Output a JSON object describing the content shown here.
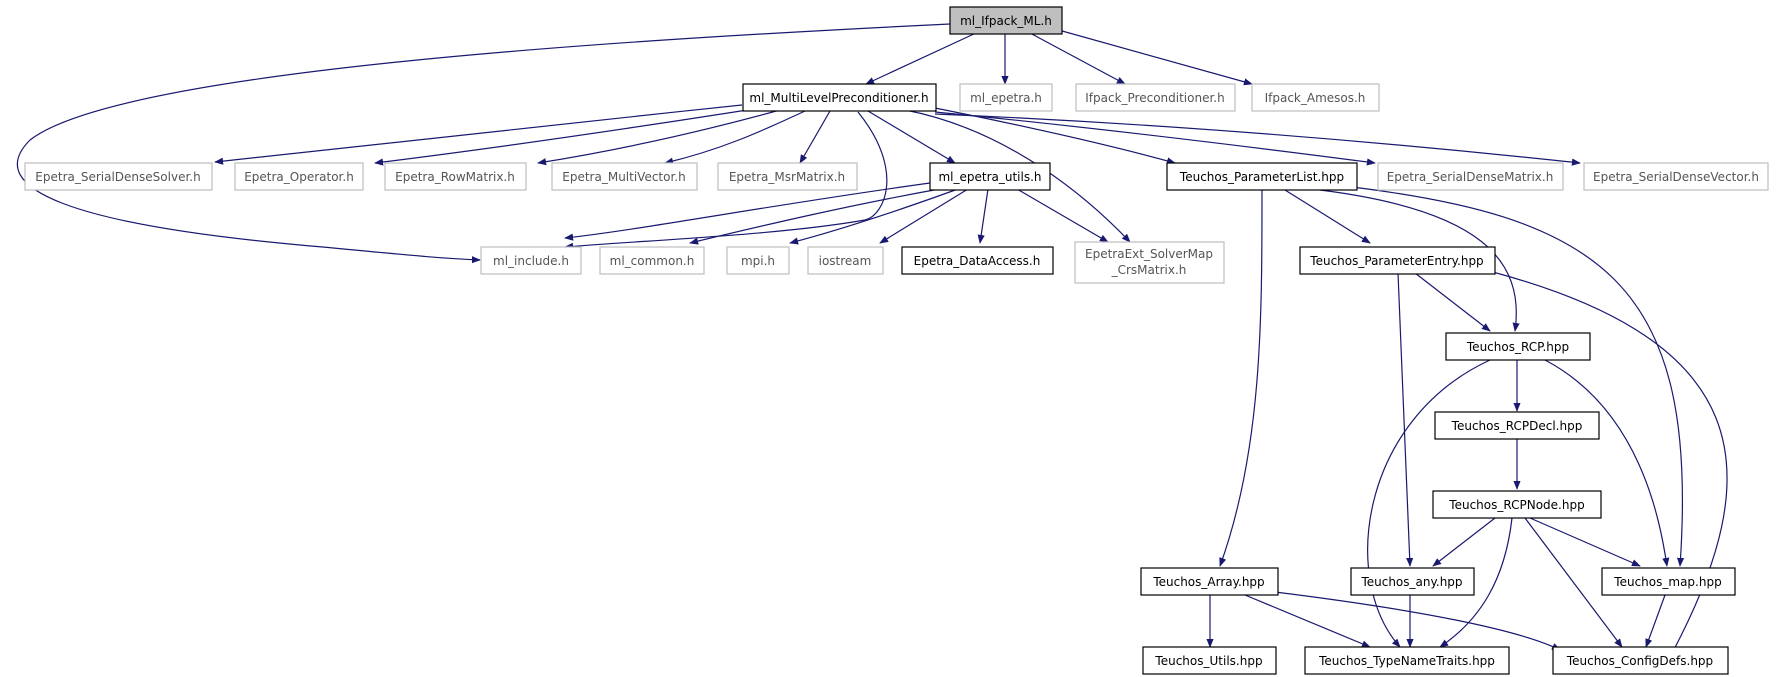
{
  "graph": {
    "edge_color": "#191970",
    "root_fill": "#bfbfbf",
    "external_border": "#bfbfbf",
    "nodes": {
      "ml_Ifpack_ML_h": "ml_Ifpack_ML.h",
      "ml_MultiLevelPreconditioner_h": "ml_MultiLevelPreconditioner.h",
      "ml_epetra_h": "ml_epetra.h",
      "Ifpack_Preconditioner_h": "Ifpack_Preconditioner.h",
      "Ifpack_Amesos_h": "Ifpack_Amesos.h",
      "Epetra_SerialDenseSolver_h": "Epetra_SerialDenseSolver.h",
      "Epetra_Operator_h": "Epetra_Operator.h",
      "Epetra_RowMatrix_h": "Epetra_RowMatrix.h",
      "Epetra_MultiVector_h": "Epetra_MultiVector.h",
      "Epetra_MsrMatrix_h": "Epetra_MsrMatrix.h",
      "ml_epetra_utils_h": "ml_epetra_utils.h",
      "Teuchos_ParameterList_hpp": "Teuchos_ParameterList.hpp",
      "Epetra_SerialDenseMatrix_h": "Epetra_SerialDenseMatrix.h",
      "Epetra_SerialDenseVector_h": "Epetra_SerialDenseVector.h",
      "ml_include_h": "ml_include.h",
      "ml_common_h": "ml_common.h",
      "mpi_h": "mpi.h",
      "iostream": "iostream",
      "Epetra_DataAccess_h": "Epetra_DataAccess.h",
      "EpetraExt_SolverMap_line1": "EpetraExt_SolverMap",
      "EpetraExt_SolverMap_line2": "_CrsMatrix.h",
      "Teuchos_ParameterEntry_hpp": "Teuchos_ParameterEntry.hpp",
      "Teuchos_RCP_hpp": "Teuchos_RCP.hpp",
      "Teuchos_RCPDecl_hpp": "Teuchos_RCPDecl.hpp",
      "Teuchos_RCPNode_hpp": "Teuchos_RCPNode.hpp",
      "Teuchos_Array_hpp": "Teuchos_Array.hpp",
      "Teuchos_any_hpp": "Teuchos_any.hpp",
      "Teuchos_map_hpp": "Teuchos_map.hpp",
      "Teuchos_Utils_hpp": "Teuchos_Utils.hpp",
      "Teuchos_TypeNameTraits_hpp": "Teuchos_TypeNameTraits.hpp",
      "Teuchos_ConfigDefs_hpp": "Teuchos_ConfigDefs.hpp"
    }
  }
}
